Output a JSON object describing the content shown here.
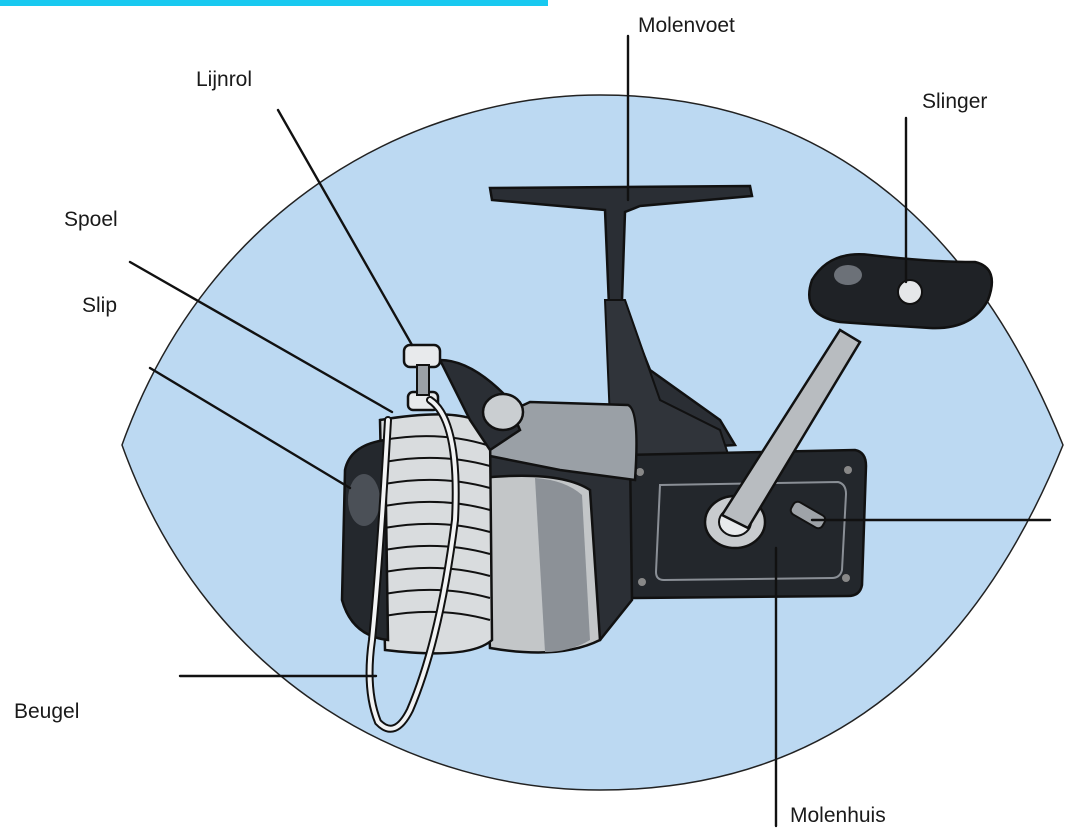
{
  "colors": {
    "background_oval": "#bcd9f2",
    "top_bar": "#18c9f0",
    "reel_dark": "#1c1f24",
    "reel_mid": "#5a6068",
    "spool_light": "#c3c6c8",
    "line": "#111111"
  },
  "labels": {
    "molenvoet": "Molenvoet",
    "lijnrol": "Lijnrol",
    "slinger": "Slinger",
    "spoel": "Spoel",
    "slip": "Slip",
    "beugel": "Beugel",
    "molenhuis": "Molenhuis"
  }
}
